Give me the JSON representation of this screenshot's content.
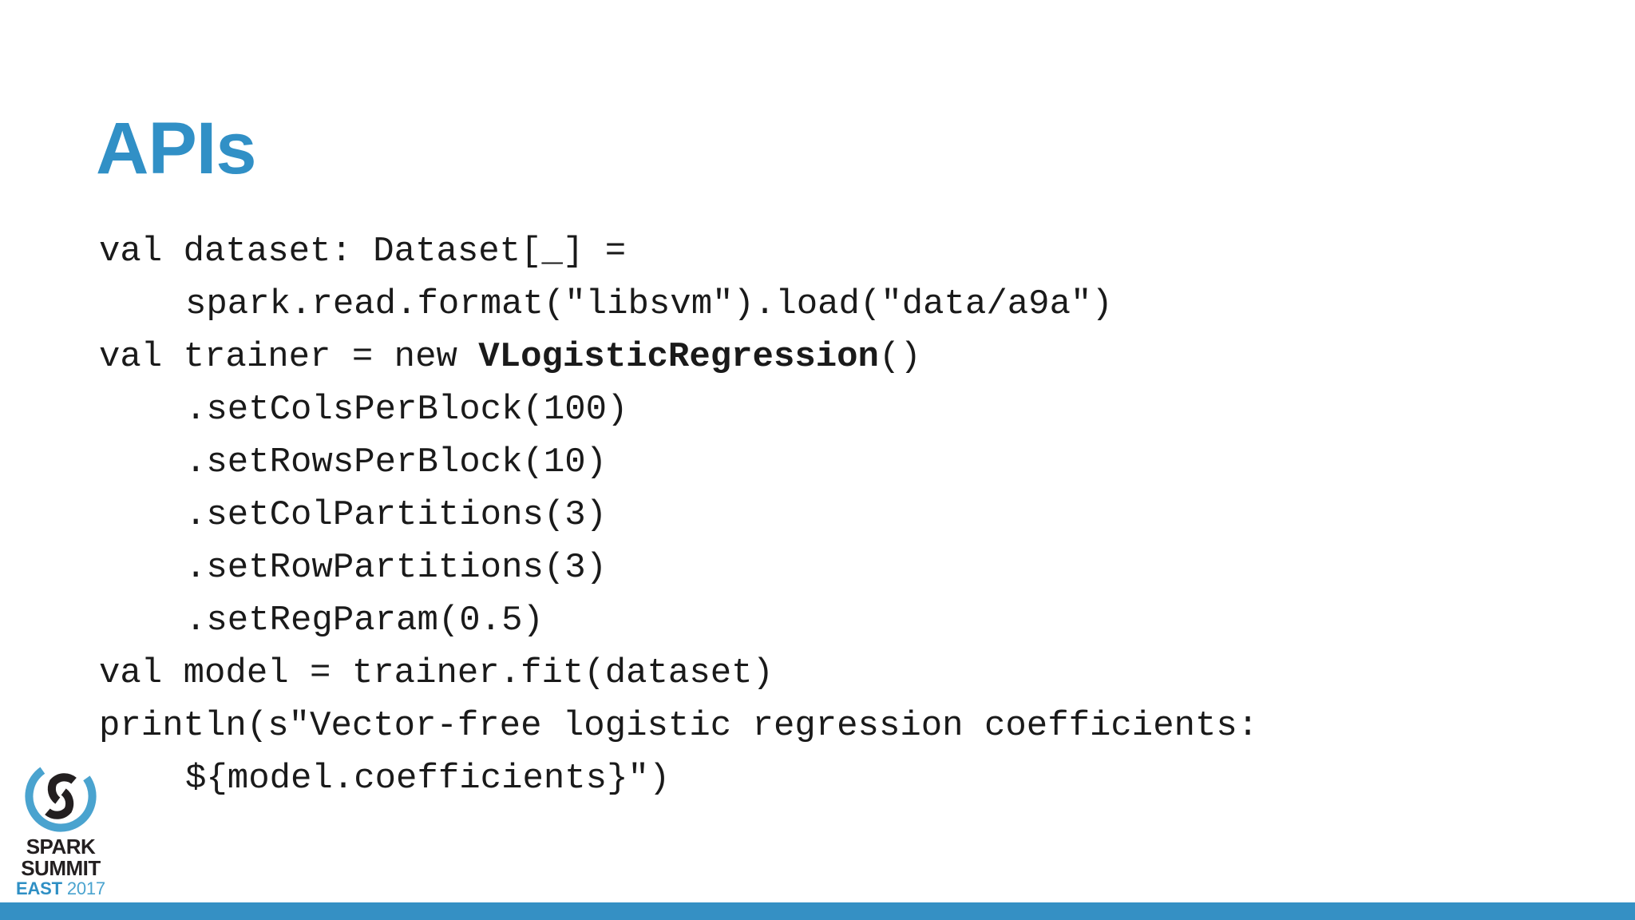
{
  "slide": {
    "title": "APIs",
    "title_color": "#3190c6",
    "background_color": "#ffffff",
    "accent_bar_color": "#3590c4"
  },
  "code": {
    "language": "scala",
    "lines": [
      {
        "text": "val dataset: Dataset[_] =",
        "indent": false
      },
      {
        "text": "spark.read.format(\"libsvm\").load(\"data/a9a\")",
        "indent": true
      },
      {
        "text": "val trainer = new ",
        "bold": "VLogisticRegression",
        "after": "()",
        "indent": false
      },
      {
        "text": ".setColsPerBlock(100)",
        "indent": true
      },
      {
        "text": ".setRowsPerBlock(10)",
        "indent": true
      },
      {
        "text": ".setColPartitions(3)",
        "indent": true
      },
      {
        "text": ".setRowPartitions(3)",
        "indent": true
      },
      {
        "text": ".setRegParam(0.5)",
        "indent": true
      },
      {
        "text": "val model = trainer.fit(dataset)",
        "indent": false
      },
      {
        "text": "println(s\"Vector-free logistic regression coefficients:",
        "indent": false
      },
      {
        "text": "${model.coefficients}\")",
        "indent": true
      }
    ]
  },
  "logo": {
    "mark_name": "spark-summit-spiral-logo",
    "spark": "SPARK",
    "summit": "SUMMIT",
    "east": "EAST",
    "year": "2017",
    "ring_color": "#4aa3cf",
    "swirl_color": "#231f20",
    "east_color": "#2e8fc4",
    "year_color": "#4aa3cf"
  }
}
